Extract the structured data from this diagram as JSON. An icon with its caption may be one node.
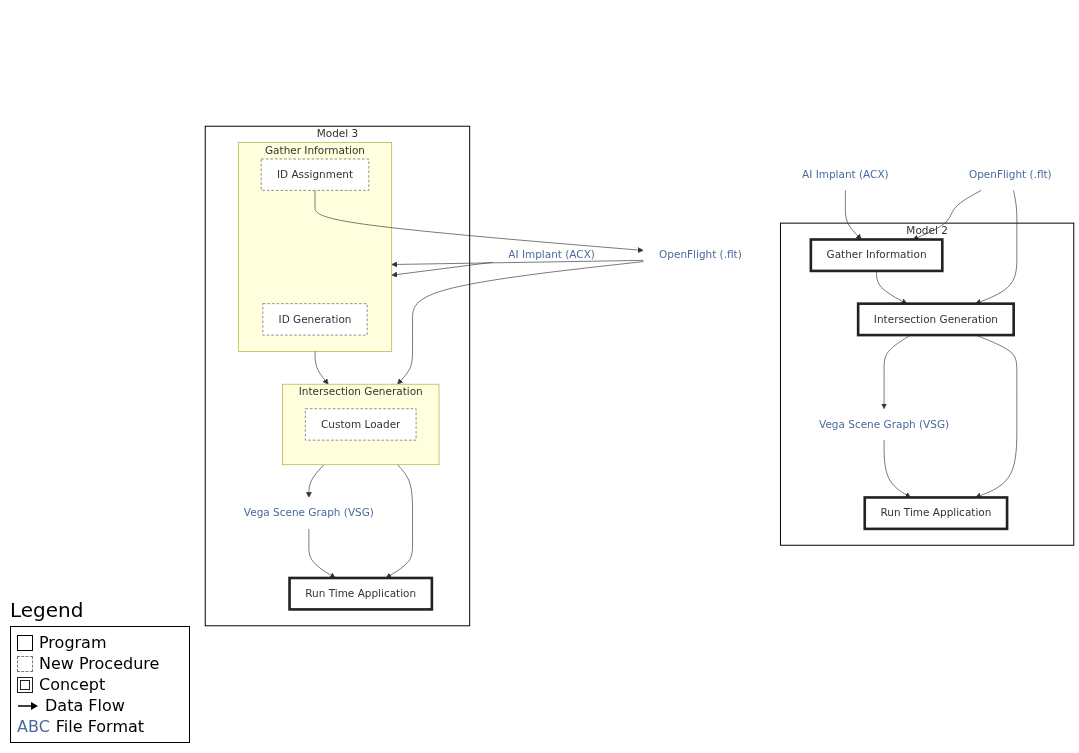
{
  "diagram": {
    "nodes": [
      {
        "text": [
          "Model 2"
        ]
      },
      {
        "text": [
          "AI Implant (ACX)"
        ]
      },
      {
        "text": [
          "OpenFlight (.flt)"
        ]
      },
      {
        "text": [
          "Gather Information"
        ],
        "in": 0
      },
      {
        "text": [
          "Intersection Generation"
        ],
        "in": 0
      },
      {
        "text": [
          "Vega Scene Graph (VSG)"
        ],
        "in": 0
      },
      {
        "text": [
          "Run Time Application"
        ],
        "in": 0
      },
      {
        "text": [
          "Model 3"
        ]
      },
      {
        "text": [
          "AI Implant (ACX)"
        ]
      },
      {
        "text": [
          "OpenFlight (.flt)"
        ]
      },
      {
        "text": [
          "Gather Information"
        ],
        "in": 7
      },
      {
        "text": [
          "ID Generation"
        ],
        "in": 10
      },
      {
        "text": [
          "ID Assignment"
        ],
        "in": 10
      },
      {
        "text": [
          "Intersection Generation"
        ],
        "in": 7
      },
      {
        "text": [
          "Custom Loader"
        ],
        "in": 13
      },
      {
        "text": [
          "Vega Scene Graph (VSG)"
        ],
        "in": 7
      },
      {
        "text": [
          "Run Time Application"
        ],
        "in": 7
      }
    ],
    "edges": [
      {
        "from": 1,
        "to": 3,
        "arrow": "to"
      },
      {
        "from": 2,
        "to": 3,
        "arrow": "to"
      },
      {
        "from": 2,
        "to": 4,
        "arrow": "to"
      },
      {
        "from": 3,
        "to": 4,
        "arrow": "to"
      },
      {
        "from": 4,
        "to": 5,
        "arrow": "to"
      },
      {
        "from": 4,
        "to": 6,
        "arrow": "to"
      },
      {
        "from": 5,
        "to": 6,
        "arrow": "to"
      },
      {
        "from": 8,
        "to": 10,
        "arrow": "to"
      },
      {
        "from": 9,
        "to": 10,
        "arrow": "to"
      },
      {
        "from": 12,
        "to": 9,
        "arrow": "to"
      },
      {
        "from": 9,
        "to": 13,
        "arrow": "to"
      },
      {
        "from": 10,
        "to": 13,
        "arrow": "to"
      },
      {
        "from": 13,
        "to": 15,
        "arrow": "to"
      },
      {
        "from": 13,
        "to": 16,
        "arrow": "to"
      },
      {
        "from": 15,
        "to": 16,
        "arrow": "to"
      }
    ],
    "labels": [
      "Legend",
      "ABC"
    ],
    "legend": [
      {
        "text": "Program"
      },
      {
        "text": "New Procedure"
      },
      {
        "text": "Concept"
      },
      {
        "text": "Data Flow"
      },
      {
        "text": "File Format"
      }
    ]
  }
}
